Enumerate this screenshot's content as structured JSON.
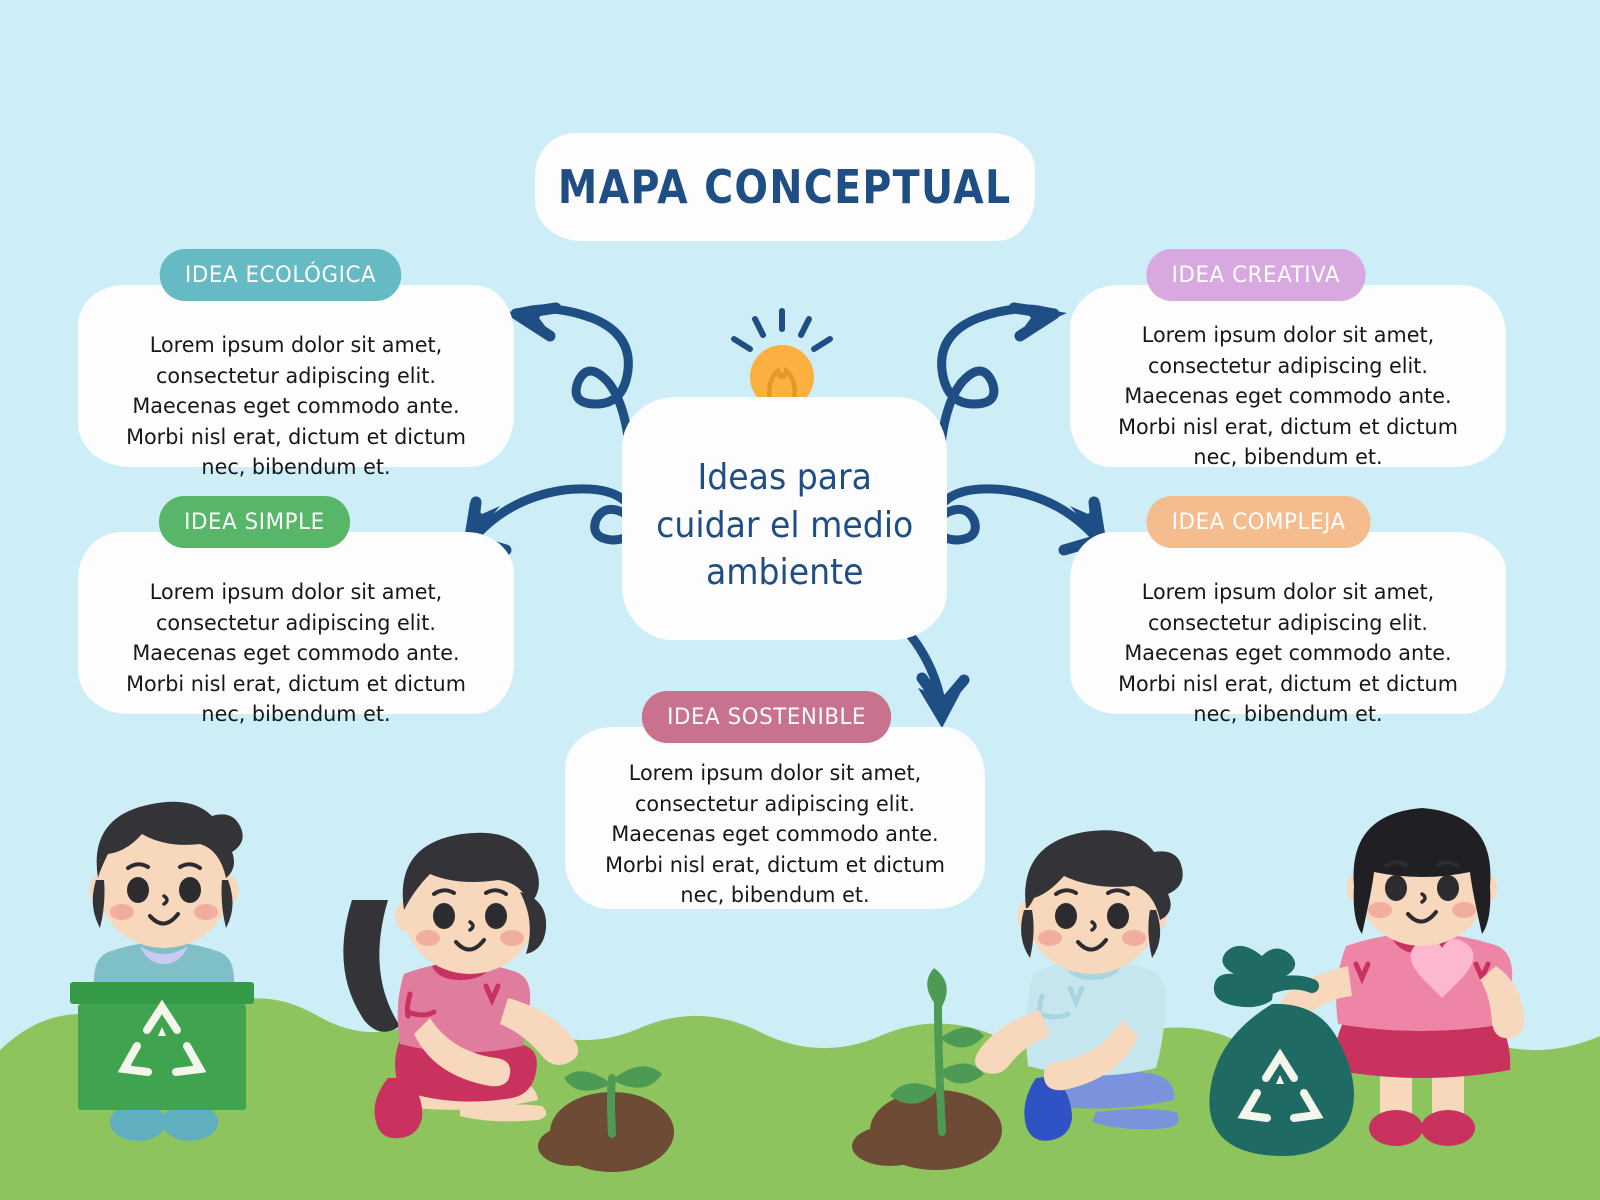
{
  "page": {
    "title": "MAPA CONCEPTUAL",
    "background_color": "#CDEEF7",
    "grass_color": "#8DC45E",
    "accent_blue": "#1F4E85",
    "card_color": "#FDFDFD"
  },
  "center": {
    "text": "Ideas para\ncuidar el medio\nambiente",
    "icon": "lightbulb-icon",
    "bulb_color": "#FBB040"
  },
  "branches": [
    {
      "id": "eco",
      "label": "IDEA ECOLÓGICA",
      "color": "#65BAC4",
      "body": "Lorem ipsum dolor sit amet, consectetur adipiscing elit. Maecenas eget commodo ante. Morbi nisl erat, dictum et dictum nec, bibendum et."
    },
    {
      "id": "simple",
      "label": "IDEA SIMPLE",
      "color": "#57B667",
      "body": "Lorem ipsum dolor sit amet, consectetur adipiscing elit. Maecenas eget commodo ante. Morbi nisl erat, dictum et dictum nec, bibendum et."
    },
    {
      "id": "creativa",
      "label": "IDEA CREATIVA",
      "color": "#D8A8E0",
      "body": "Lorem ipsum dolor sit amet, consectetur adipiscing elit. Maecenas eget commodo ante. Morbi nisl erat, dictum et dictum nec, bibendum et."
    },
    {
      "id": "compleja",
      "label": "IDEA COMPLEJA",
      "color": "#F5BC8E",
      "body": "Lorem ipsum dolor sit amet, consectetur adipiscing elit. Maecenas eget commodo ante. Morbi nisl erat, dictum et dictum nec, bibendum et."
    },
    {
      "id": "sostenible",
      "label": "IDEA SOSTENIBLE",
      "color": "#C9728E",
      "body": "Lorem ipsum dolor sit amet, consectetur adipiscing elit. Maecenas eget commodo ante. Morbi nisl erat, dictum et dictum nec, bibendum et."
    }
  ],
  "illustration": {
    "characters": [
      {
        "name": "boy-with-recycling-bin",
        "shirt": "#7FC0C6",
        "pants": "#BFC4F0",
        "shoes": "#5FAFC0",
        "bin": "#3FA350"
      },
      {
        "name": "girl-planting-seedling",
        "shirt": "#E07C9E",
        "skirt": "#C9325F",
        "hair": "#333338"
      },
      {
        "name": "boy-planting-seedling",
        "shirt": "#C6E6EE",
        "pants": "#7B92DC",
        "shoes": "#2F52C4"
      },
      {
        "name": "girl-with-trash-bag",
        "shirt": "#EE85A6",
        "skirt": "#C9325F",
        "bag": "#1F6B63"
      }
    ],
    "soil_color": "#6E4B34",
    "leaf_color": "#4D9A54"
  }
}
